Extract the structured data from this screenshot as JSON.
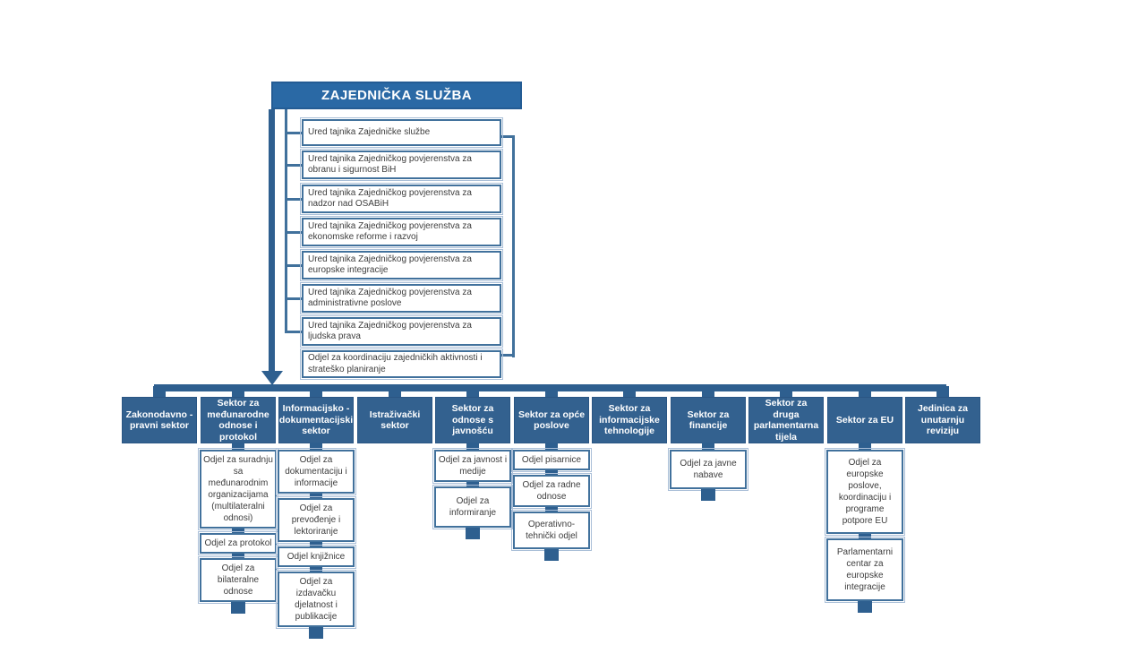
{
  "root": {
    "title": "ZAJEDNIČKA SLUŽBA"
  },
  "offices": [
    "Ured tajnika Zajedničke službe",
    "Ured tajnika Zajedničkog povjerenstva za obranu i sigurnost BiH",
    "Ured tajnika Zajedničkog povjerenstva za nadzor nad OSABiH",
    "Ured tajnika Zajedničkog povjerenstva za ekonomske reforme i razvoj",
    "Ured tajnika Zajedničkog povjerenstva za europske integracije",
    "Ured tajnika Zajedničkog povjerenstva za administrativne poslove",
    "Ured tajnika Zajedničkog povjerenstva za ljudska prava",
    "Odjel za koordinaciju zajedničkih aktivnosti i strateško planiranje"
  ],
  "sectors": [
    {
      "label": "Zakonodavno - pravni sektor",
      "children": []
    },
    {
      "label": "Sektor za međunarodne odnose i protokol",
      "children": [
        "Odjel za suradnju sa međunarodnim organizacijama (multilateralni odnosi)",
        "Odjel za protokol",
        "Odjel za bilateralne odnose"
      ]
    },
    {
      "label": "Informacijsko - dokumentacijski sektor",
      "children": [
        "Odjel za dokumentaciju i informacije",
        "Odjel za prevođenje i lektoriranje",
        "Odjel knjižnice",
        "Odjel za izdavačku djelatnost i publikacije"
      ]
    },
    {
      "label": "Istraživački sektor",
      "children": []
    },
    {
      "label": "Sektor za odnose s javnošću",
      "children": [
        "Odjel za javnost i medije",
        "Odjel za informiranje"
      ]
    },
    {
      "label": "Sektor za opće poslove",
      "children": [
        "Odjel pisarnice",
        "Odjel za radne odnose",
        "Operativno-tehnički odjel"
      ]
    },
    {
      "label": "Sektor za informacijske tehnologije",
      "children": []
    },
    {
      "label": "Sektor za financije",
      "children": [
        "Odjel za javne nabave"
      ]
    },
    {
      "label": "Sektor za druga parlamentarna tijela",
      "children": []
    },
    {
      "label": "Sektor za EU",
      "children": [
        "Odjel za europske poslove, koordinaciju i programe potpore EU",
        "Parlamentarni centar za europske integracije"
      ]
    },
    {
      "label": "Jedinica za unutarnju reviziju",
      "children": []
    }
  ],
  "colors": {
    "root_fill": "#2a69a5",
    "sector_fill": "#33618f",
    "connector": "#2e5f8f",
    "box_border": "#41719c",
    "text_dark": "#3d3d3d"
  }
}
